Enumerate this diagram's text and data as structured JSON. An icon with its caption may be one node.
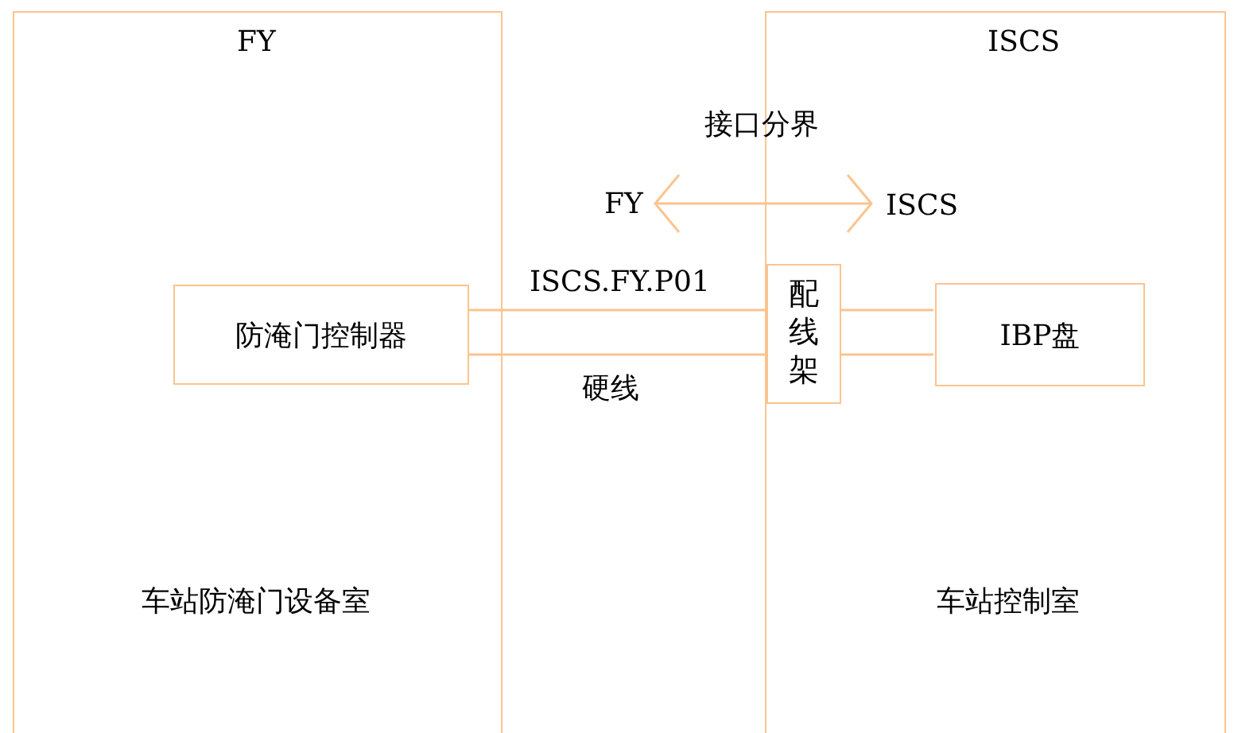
{
  "diagram": {
    "nodes": [
      {
        "text": [
          "FY",
          "车站防淹门设备室"
        ]
      },
      {
        "text": [
          "ISCS",
          "车站控制室"
        ]
      },
      {
        "text": [
          "防淹门控制器"
        ],
        "in": 0
      },
      {
        "text": [
          "配线架"
        ],
        "in": 1
      },
      {
        "text": [
          "IBP盘"
        ],
        "in": 1
      },
      {
        "text": [
          "FY"
        ]
      },
      {
        "text": [
          "ISCS"
        ],
        "in": 1
      }
    ],
    "edges": [
      {
        "from": 2,
        "to": 3,
        "arrow": "none",
        "label": "ISCS.FY.P01"
      },
      {
        "from": 2,
        "to": 3,
        "arrow": "none",
        "label": "硬线"
      },
      {
        "from": 3,
        "to": 4,
        "arrow": "none"
      },
      {
        "from": 3,
        "to": 4,
        "arrow": "none"
      },
      {
        "from": 5,
        "to": 6,
        "arrow": "both"
      }
    ],
    "labels": [
      "接口分界"
    ]
  }
}
